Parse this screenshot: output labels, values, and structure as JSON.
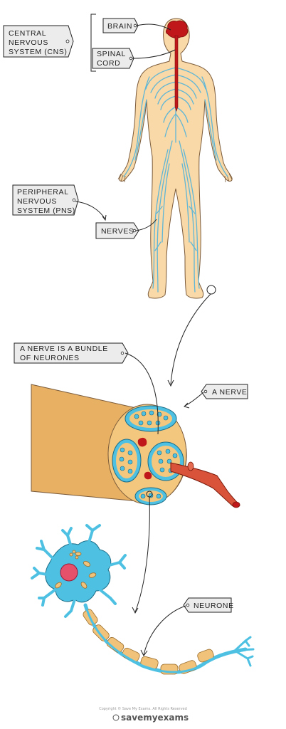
{
  "labels": {
    "cns_line1": "CENTRAL",
    "cns_line2": "NERVOUS",
    "cns_line3": "SYSTEM (CNS)",
    "brain": "BRAIN",
    "spinal_line1": "SPINAL",
    "spinal_line2": "CORD",
    "pns_line1": "PERIPHERAL",
    "pns_line2": "NERVOUS",
    "pns_line3": "SYSTEM (PNS)",
    "nerves": "NERVES",
    "bundle_line1": "A NERVE IS A BUNDLE",
    "bundle_line2": "OF NEURONES",
    "a_nerve": "A NERVE",
    "neurone": "NEURONE"
  },
  "watermark": {
    "copyright": "Copyright © Save My Exams. All Rights Reserved",
    "brand": "savemyexams"
  },
  "colors": {
    "skin": "#f9d9a8",
    "nerve_blue": "#5fb6d6",
    "cns_red": "#c0181a",
    "nerve_tan": "#e7b062",
    "neurone_cyan": "#4ec1e3",
    "myelin": "#f0c27a",
    "nucleus": "#e5506b"
  }
}
